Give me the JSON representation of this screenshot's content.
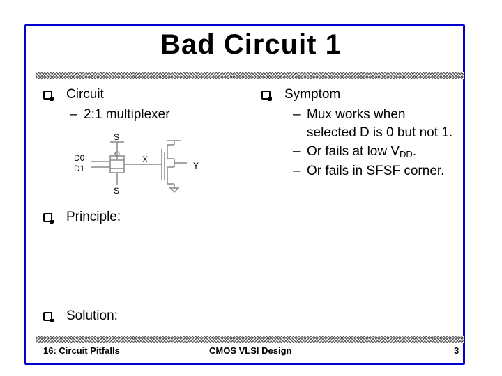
{
  "slide": {
    "title": "Bad Circuit 1",
    "left": {
      "bullet": "Circuit",
      "sub": "2:1 multiplexer"
    },
    "right": {
      "bullet": "Symptom",
      "items": [
        "Mux works when",
        "selected D is 0 but not 1.",
        "Or fails at low V",
        "DD",
        ".",
        "Or fails in SFSF corner."
      ]
    },
    "principle": "Principle:",
    "solution": "Solution:",
    "circuit_labels": {
      "s_top": "S",
      "s_bottom": "S",
      "d0": "D0",
      "d1": "D1",
      "x": "X",
      "y": "Y"
    }
  },
  "footer": {
    "left": "16: Circuit Pitfalls",
    "center": "CMOS VLSI Design",
    "page": "3"
  }
}
